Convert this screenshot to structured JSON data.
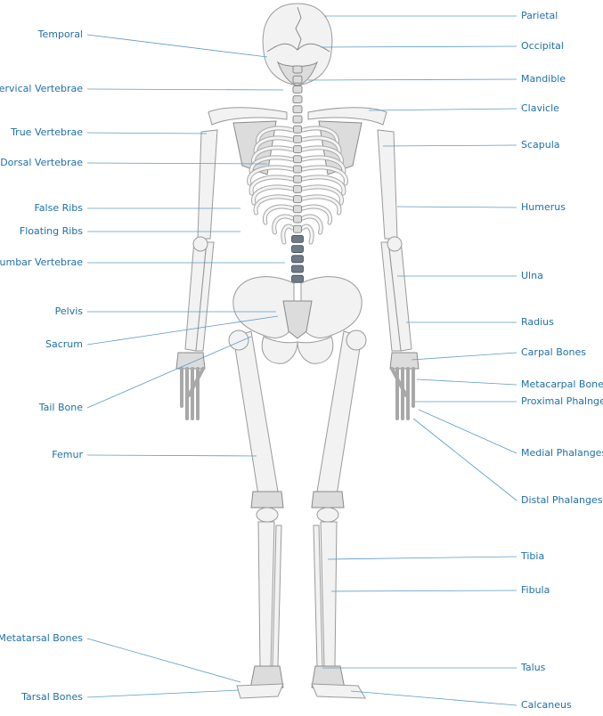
{
  "colors": {
    "label": "#1f6fa8",
    "leader": "#5b9bc9"
  },
  "labels_left": [
    "Temporal",
    "Cervical Vertebrae",
    "True Vertebrae",
    "Dorsal Vertebrae",
    "False Ribs",
    "Floating Ribs",
    "Lumbar Vertebrae",
    "Pelvis",
    "Sacrum",
    "Tail Bone",
    "Femur",
    "Metatarsal Bones",
    "Tarsal Bones"
  ],
  "labels_right": [
    "Parietal",
    "Occipital",
    "Mandible",
    "Clavicle",
    "Scapula",
    "Humerus",
    "Ulna",
    "Radius",
    "Carpal Bones",
    "Metacarpal Bones",
    "Proximal Phalnges",
    "Medial Phalanges",
    "Distal Phalanges",
    "Tibia",
    "Fibula",
    "Talus",
    "Calcaneus"
  ]
}
